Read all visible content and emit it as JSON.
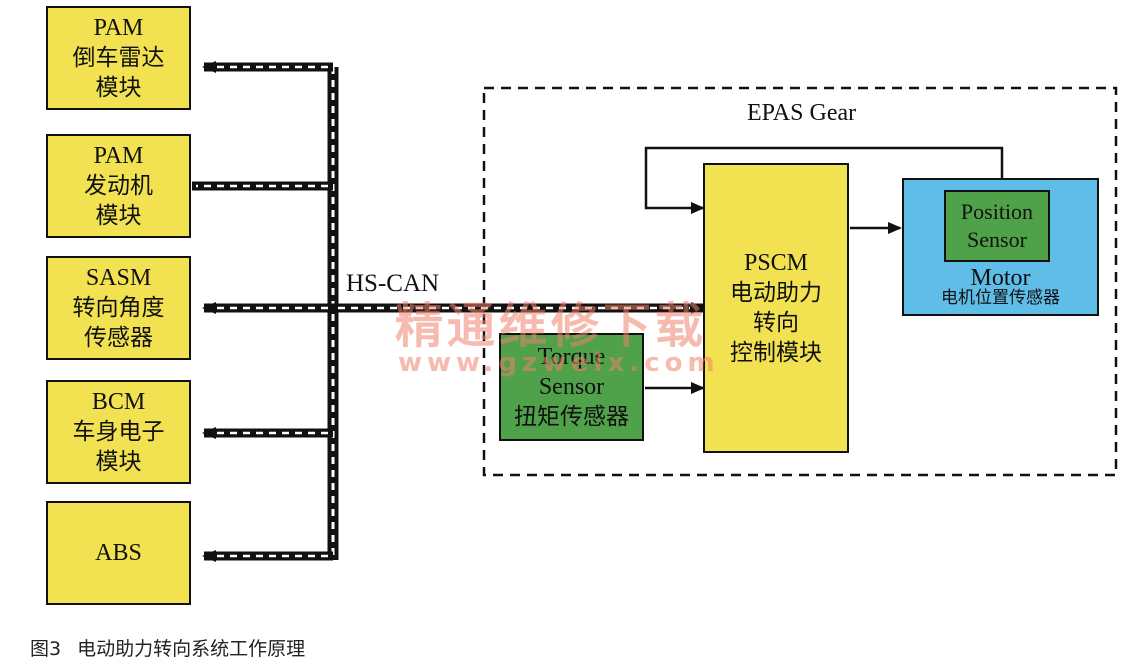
{
  "modules": [
    {
      "lines": [
        "PAM",
        "倒车雷达",
        "模块"
      ]
    },
    {
      "lines": [
        "PAM",
        "发动机",
        "模块"
      ]
    },
    {
      "lines": [
        "SASM",
        "转向角度",
        "传感器"
      ]
    },
    {
      "lines": [
        "BCM",
        "车身电子",
        "模块"
      ]
    },
    {
      "lines": [
        "ABS"
      ]
    }
  ],
  "bus_label": "HS-CAN",
  "epas_label": "EPAS Gear",
  "pscm": {
    "lines": [
      "PSCM",
      "电动助力",
      "转向",
      "控制模块"
    ]
  },
  "torque_sensor": {
    "lines": [
      "Torque",
      "Sensor",
      "扭矩传感器"
    ]
  },
  "motor": {
    "title": "Motor",
    "subtitle": "电机位置传感器",
    "inner": [
      "Position",
      "Sensor"
    ]
  },
  "watermark": {
    "cn": "精通维修下载",
    "url": "www.gzweix.com"
  },
  "caption": {
    "fig": "图3",
    "text": "电动助力转向系统工作原理"
  },
  "colors": {
    "module_fill": "#f2e251",
    "torque_fill": "#4fa14a",
    "motor_fill": "#5fbde8"
  }
}
